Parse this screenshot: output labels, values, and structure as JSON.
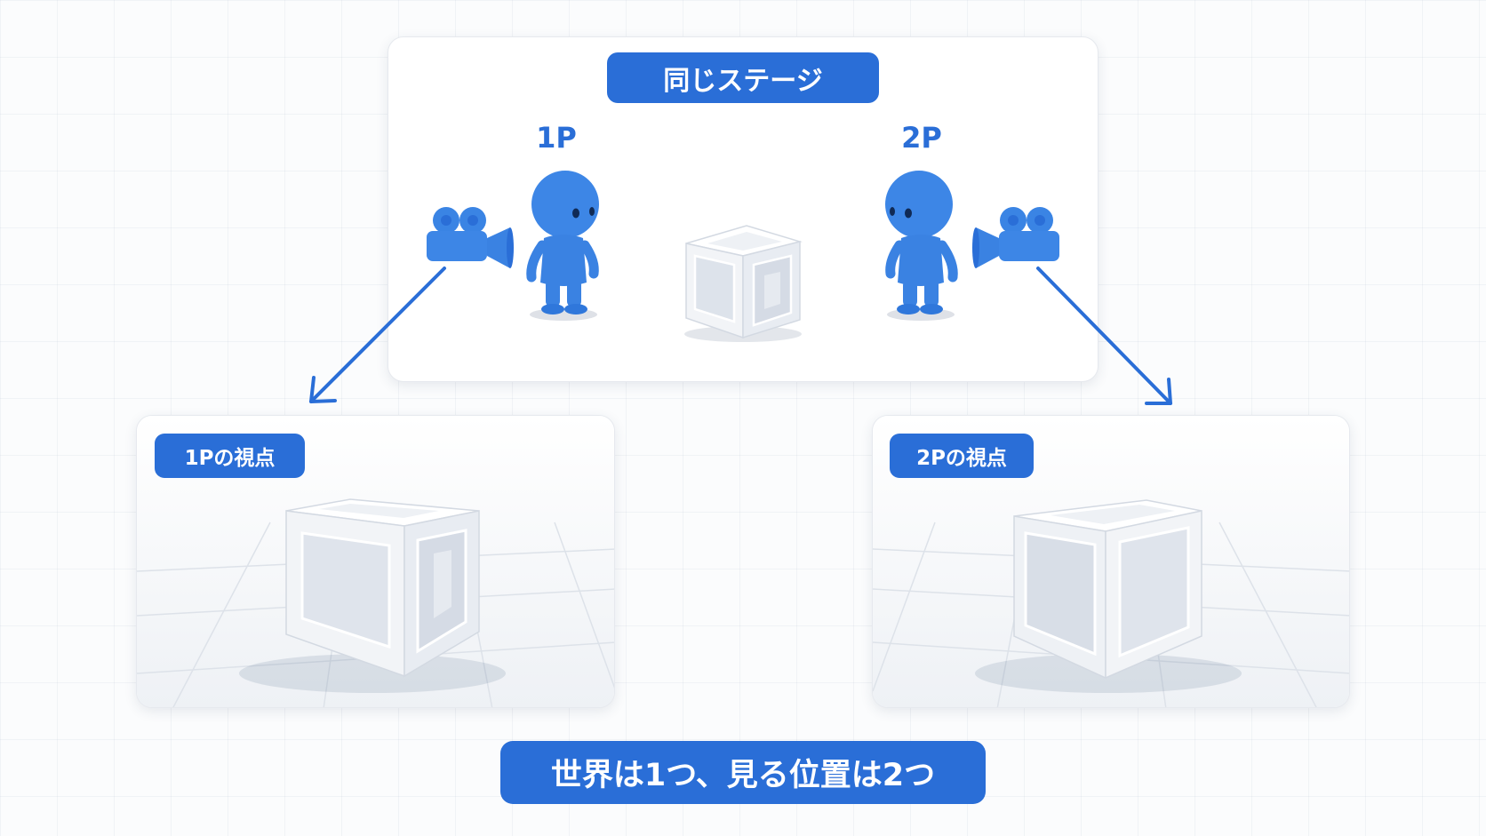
{
  "stage": {
    "title": "同じステージ",
    "players": [
      {
        "label": "1P"
      },
      {
        "label": "2P"
      }
    ]
  },
  "views": [
    {
      "label": "1Pの視点"
    },
    {
      "label": "2Pの視点"
    }
  ],
  "caption": "世界は1つ、見る位置は2つ",
  "colors": {
    "accent": "#2a6ed7",
    "character": "#3d86e6",
    "box": "#f2f4f7"
  },
  "icons": [
    "video-camera-icon",
    "character-figure",
    "wooden-crate",
    "arrow-down-left",
    "arrow-down-right"
  ]
}
